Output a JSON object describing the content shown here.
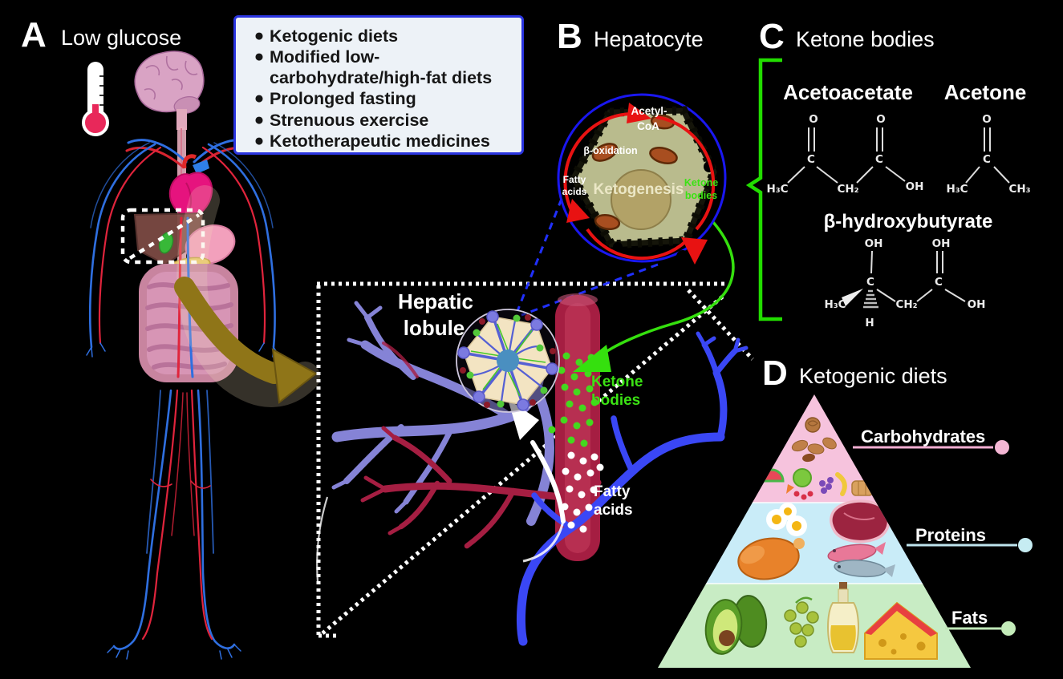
{
  "colors": {
    "accent_green": "#35e00e",
    "list_box_border_blue": "#2b35e0",
    "hepatocyte_ring_blue": "#1a17f0",
    "cycle_arrow_red": "#e81212",
    "vessel_purple": "#8583d6",
    "vessel_blue": "#3a47f5",
    "vessel_crimson": "#a51e42",
    "pyramid_pink": "#f6c3dd",
    "pyramid_blue": "#c9ecf8",
    "pyramid_green": "#c8ecc4",
    "thermometer_red": "#e8285a",
    "zoom_arrow_brown": "#8f7518"
  },
  "panel_a": {
    "letter": "A",
    "title": "Low glucose",
    "triggers": [
      "Ketogenic diets",
      "Modified low-carbohydrate/high-fat diets",
      "Prolonged fasting",
      "Strenuous exercise",
      "Ketotherapeutic medicines"
    ]
  },
  "panel_b": {
    "letter": "B",
    "title": "Hepatocyte",
    "cell": {
      "acetyl1": "Acetyl-",
      "acetyl2": "CoA",
      "beta_oxidation": "β-oxidation",
      "fatty1": "Fatty",
      "fatty2": "acids",
      "ketogenesis": "Ketogenesis",
      "ketone1": "Ketone",
      "ketone2": "bodies"
    }
  },
  "panel_c": {
    "letter": "C",
    "title": "Ketone bodies",
    "acetoacetate": {
      "name": "Acetoacetate",
      "o1": "O",
      "c1": "C",
      "h3c": "H₃C",
      "ch2": "CH₂",
      "c2": "C",
      "o2": "O",
      "oh": "OH"
    },
    "acetone": {
      "name": "Acetone",
      "o": "O",
      "c": "C",
      "h3c": "H₃C",
      "ch3": "CH₃"
    },
    "bhb": {
      "name": "β-hydroxybutyrate",
      "oh1": "OH",
      "c1": "C",
      "h3c": "H₃C",
      "h": "H",
      "ch2": "CH₂",
      "c2": "C",
      "oh2": "OH",
      "oh3": "OH"
    }
  },
  "central": {
    "lobule1": "Hepatic",
    "lobule2": "lobule",
    "ketone1": "Ketone",
    "ketone2": "bodies",
    "fatty1": "Fatty",
    "fatty2": "acids"
  },
  "panel_d": {
    "letter": "D",
    "title": "Ketogenic diets",
    "levels": [
      {
        "label": "Carbohydrates"
      },
      {
        "label": "Proteins"
      },
      {
        "label": "Fats"
      }
    ]
  }
}
